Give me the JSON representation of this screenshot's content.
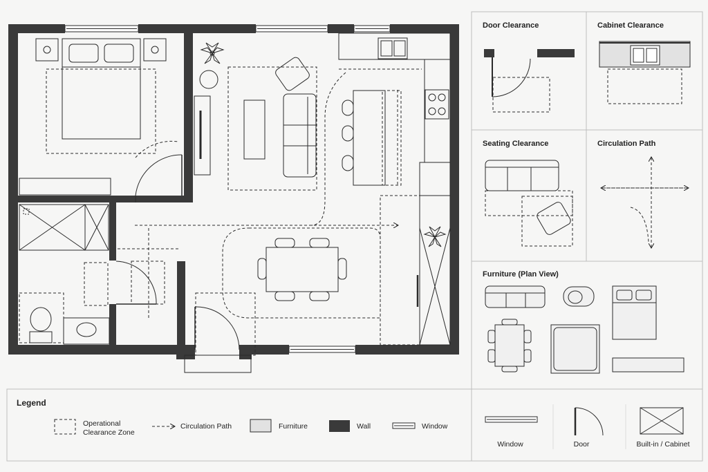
{
  "panels": {
    "door_clearance": "Door Clearance",
    "cabinet_clearance": "Cabinet Clearance",
    "seating_clearance": "Seating Clearance",
    "circulation_path": "Circulation Path",
    "furniture_plan_view": "Furniture (Plan View)"
  },
  "legend": {
    "title": "Legend",
    "items": {
      "clearance_zone": "Operational\nClearance Zone",
      "circulation": "Circulation Path",
      "furniture": "Furniture",
      "wall": "Wall",
      "window": "Window"
    }
  },
  "symbols": {
    "window": "Window",
    "door": "Door",
    "builtin": "Built-in / Cabinet"
  },
  "colors": {
    "wall": "#3a3a3a",
    "line": "#2a2a2a",
    "background": "#f6f6f5",
    "furniture_fill": "#e2e2e2",
    "panel_border": "#bdbdbd"
  }
}
